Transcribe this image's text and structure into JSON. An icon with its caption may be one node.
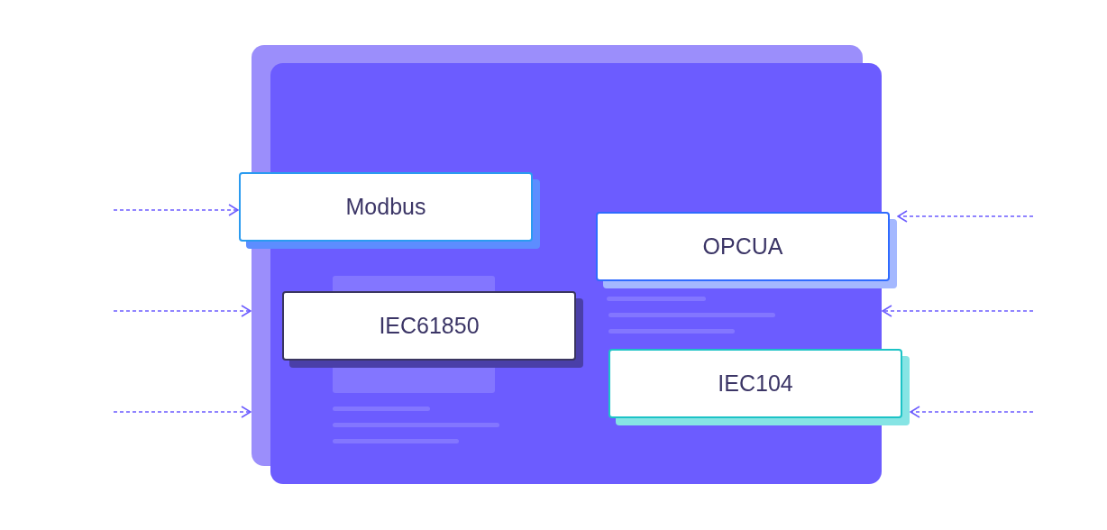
{
  "diagram": {
    "nodes": [
      {
        "text": [],
        "shape": "box"
      },
      {
        "text": [
          "Modbus"
        ],
        "in": 0
      },
      {
        "text": [
          "IEC61850"
        ],
        "in": 0
      },
      {
        "text": [
          "OPCUA"
        ],
        "in": 0
      },
      {
        "text": [
          "IEC104"
        ],
        "in": 0
      }
    ],
    "edges": [
      {
        "from": null,
        "to": 1,
        "arrow": "to",
        "style": "dashed"
      },
      {
        "from": null,
        "to": 0,
        "arrow": "to",
        "style": "dashed"
      },
      {
        "from": null,
        "to": 0,
        "arrow": "to",
        "style": "dashed"
      },
      {
        "from": null,
        "to": 3,
        "arrow": "to",
        "style": "dashed"
      },
      {
        "from": null,
        "to": 0,
        "arrow": "to",
        "style": "dashed"
      },
      {
        "from": null,
        "to": 4,
        "arrow": "to",
        "style": "dashed"
      }
    ]
  }
}
